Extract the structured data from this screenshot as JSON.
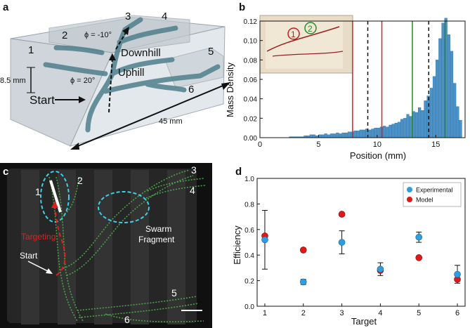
{
  "panels": {
    "a": {
      "label": "a",
      "targets": [
        "1",
        "2",
        "3",
        "4",
        "5",
        "6"
      ],
      "angle_top": "ϕ = -10°",
      "angle_bottom": "ϕ = 20°",
      "downhill": "Downhill",
      "uphill": "Uphill",
      "start": "Start",
      "height": "8.5 mm",
      "width": "45 mm"
    },
    "b": {
      "label": "b",
      "inset_labels": [
        "1",
        "2"
      ]
    },
    "c": {
      "label": "c",
      "targets": [
        "1",
        "2",
        "3",
        "4",
        "5",
        "6"
      ],
      "targeting": "Targeting",
      "start": "Start",
      "swarm_line1": "Swarm",
      "swarm_line2": "Fragment"
    },
    "d": {
      "label": "d"
    }
  },
  "chart_data": [
    {
      "id": "b",
      "type": "bar",
      "xlabel": "Position (mm)",
      "ylabel": "Mass Density",
      "xlim": [
        0,
        17.5
      ],
      "ylim": [
        0,
        0.12
      ],
      "xticks": [
        0,
        5,
        10,
        15
      ],
      "yticks": [
        0.0,
        0.02,
        0.04,
        0.06,
        0.08,
        0.1,
        0.12
      ],
      "bin_width": 0.25,
      "bins_start": [
        2.5,
        2.75,
        3.0,
        3.25,
        3.5,
        3.75,
        4.0,
        4.25,
        4.5,
        4.75,
        5.0,
        5.25,
        5.5,
        5.75,
        6.0,
        6.25,
        6.5,
        6.75,
        7.0,
        7.25,
        7.5,
        7.75,
        8.0,
        8.25,
        8.5,
        8.75,
        9.0,
        9.25,
        9.5,
        9.75,
        10.0,
        10.25,
        10.5,
        10.75,
        11.0,
        11.25,
        11.5,
        11.75,
        12.0,
        12.25,
        12.5,
        12.75,
        13.0,
        13.25,
        13.5,
        13.75,
        14.0,
        14.25,
        14.5,
        14.75,
        15.0,
        15.25,
        15.5,
        15.75,
        16.0,
        16.25,
        16.5,
        16.75,
        17.0
      ],
      "values": [
        0.001,
        0.001,
        0.001,
        0.001,
        0.001,
        0.002,
        0.002,
        0.003,
        0.003,
        0.002,
        0.003,
        0.003,
        0.004,
        0.003,
        0.004,
        0.004,
        0.005,
        0.004,
        0.005,
        0.005,
        0.006,
        0.006,
        0.007,
        0.007,
        0.008,
        0.008,
        0.009,
        0.008,
        0.009,
        0.01,
        0.01,
        0.011,
        0.012,
        0.011,
        0.013,
        0.014,
        0.015,
        0.016,
        0.019,
        0.02,
        0.024,
        0.022,
        0.027,
        0.026,
        0.031,
        0.028,
        0.038,
        0.043,
        0.051,
        0.063,
        0.08,
        0.102,
        0.118,
        0.123,
        0.106,
        0.089,
        0.056,
        0.032,
        0.018
      ],
      "vlines": [
        {
          "x": 7.9,
          "color": "#e02020",
          "style": "solid"
        },
        {
          "x": 9.2,
          "color": "#111111",
          "style": "dashed"
        },
        {
          "x": 10.4,
          "color": "#e02020",
          "style": "solid"
        },
        {
          "x": 13.0,
          "color": "#2a8a2a",
          "style": "solid"
        },
        {
          "x": 14.4,
          "color": "#111111",
          "style": "dashed"
        },
        {
          "x": 15.8,
          "color": "#2a8a2a",
          "style": "solid"
        }
      ],
      "bar_color": "#4a92c8"
    },
    {
      "id": "d",
      "type": "scatter",
      "xlabel": "Target",
      "ylabel": "Efficiency",
      "xlim": [
        0.8,
        6.2
      ],
      "ylim": [
        0,
        1.0
      ],
      "xticks": [
        1,
        2,
        3,
        4,
        5,
        6
      ],
      "yticks": [
        0.0,
        0.2,
        0.4,
        0.6,
        0.8,
        1.0
      ],
      "series": [
        {
          "name": "Experimental",
          "color": "#2f9ee0",
          "x": [
            1,
            2,
            3,
            4,
            5,
            6
          ],
          "y": [
            0.52,
            0.19,
            0.5,
            0.29,
            0.54,
            0.25
          ],
          "err": [
            0.23,
            0.02,
            0.09,
            0.05,
            0.04,
            0.07
          ]
        },
        {
          "name": "Model",
          "color": "#e01818",
          "x": [
            1,
            2,
            3,
            4,
            5,
            6
          ],
          "y": [
            0.55,
            0.44,
            0.72,
            0.28,
            0.38,
            0.21
          ]
        }
      ],
      "legend": "top-right"
    }
  ]
}
